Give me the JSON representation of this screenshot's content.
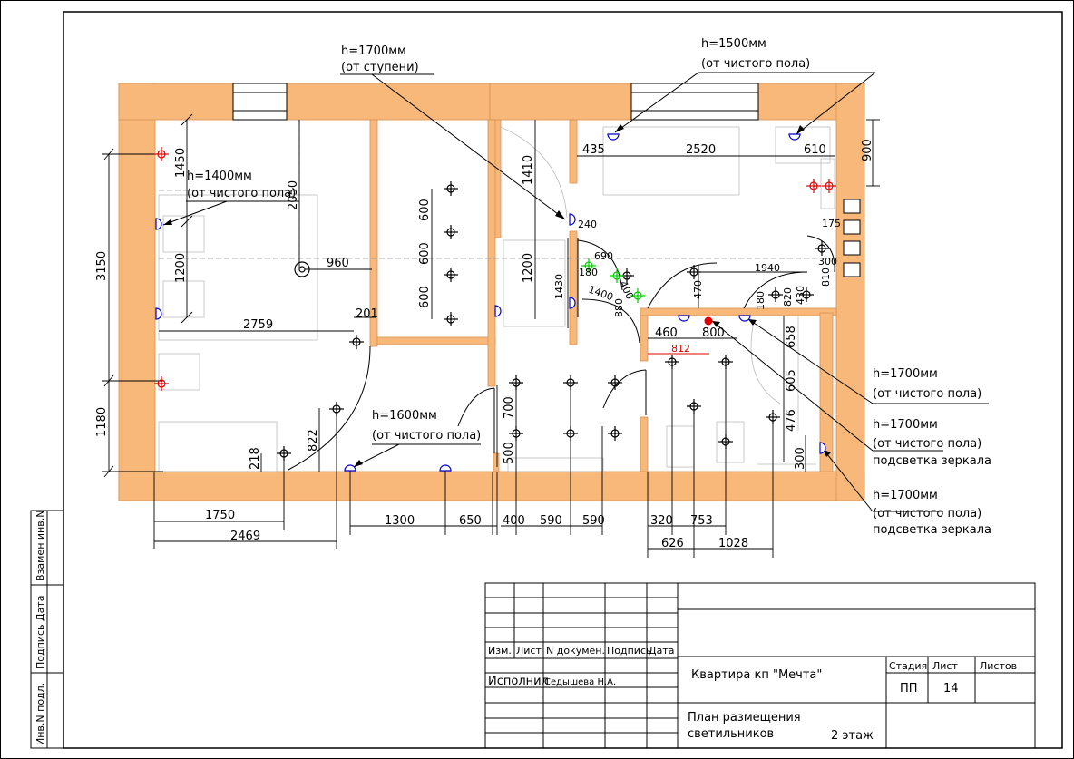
{
  "notes": {
    "n1_h": "h=1700мм",
    "n1_sub": "(от ступени)",
    "n2_h": "h=1500мм",
    "n2_sub": "(от чистого пола)",
    "n3_h": "h=1400мм",
    "n3_sub": "(от чистого пола)",
    "n4_h": "h=1600мм",
    "n4_sub": "(от чистого пола)",
    "n5_h": "h=1700мм",
    "n5_sub": "(от чистого пола)",
    "n6_h": "h=1700мм",
    "n6_sub": "(от чистого пола)",
    "n6_sub2": "подсветка зеркала",
    "n7_h": "h=1700мм",
    "n7_sub": "(от чистого пола)",
    "n7_sub2": "подсветка зеркала"
  },
  "dims": {
    "d3150": "3150",
    "d1180": "1180",
    "d1450": "1450",
    "d1200a": "1200",
    "d2050": "2050",
    "d960": "960",
    "d2759": "2759",
    "d201": "201",
    "d600a": "600",
    "d600b": "600",
    "d600c": "600",
    "d1410": "1410",
    "d1200b": "1200",
    "d1430": "1430",
    "d435": "435",
    "d2520": "2520",
    "d610": "610",
    "d900": "900",
    "d240": "240",
    "d690": "690",
    "d180a": "180",
    "d1400": "1400",
    "d400a": "400",
    "d880": "880",
    "d1940": "1940",
    "d470": "470",
    "d180b": "180",
    "d820": "820",
    "d430": "430",
    "d300a": "300",
    "d810": "810",
    "d175": "175",
    "d460": "460",
    "d800": "800",
    "d812": "812",
    "d658": "658",
    "d605": "605",
    "d476": "476",
    "d300b": "300",
    "d700": "700",
    "d500": "500",
    "d822": "822",
    "d218": "218",
    "d1750": "1750",
    "d2469": "2469",
    "d1300": "1300",
    "d650": "650",
    "d400b": "400",
    "d590a": "590",
    "d590b": "590",
    "d320": "320",
    "d753": "753",
    "d626": "626",
    "d1028": "1028"
  },
  "side_stamp": {
    "c1": "Инв.N подл.",
    "c2": "Подпись Дата",
    "c3": "Взамен инв.N"
  },
  "title_block": {
    "h_izm": "Изм.",
    "h_list": "Лист",
    "h_ndoc": "N докумен.",
    "h_podpis": "Подпись",
    "h_data": "Дата",
    "role": "Исполнил",
    "author": "Седышева Н.А.",
    "project": "Квартира кп \"Мечта\"",
    "stage_label": "Стадия",
    "sheet_label": "Лист",
    "sheets_label": "Листов",
    "stage": "ПП",
    "sheet": "14",
    "sheets": "",
    "title_l1": "План размещения",
    "title_l2": "светильников",
    "floor": "2 этаж"
  },
  "colors": {
    "wall": "#f7b87a",
    "wall_edge": "#e0a064",
    "dims": "#000000",
    "red": "#e00000",
    "blue": "#0000cc",
    "green": "#00cc00"
  }
}
